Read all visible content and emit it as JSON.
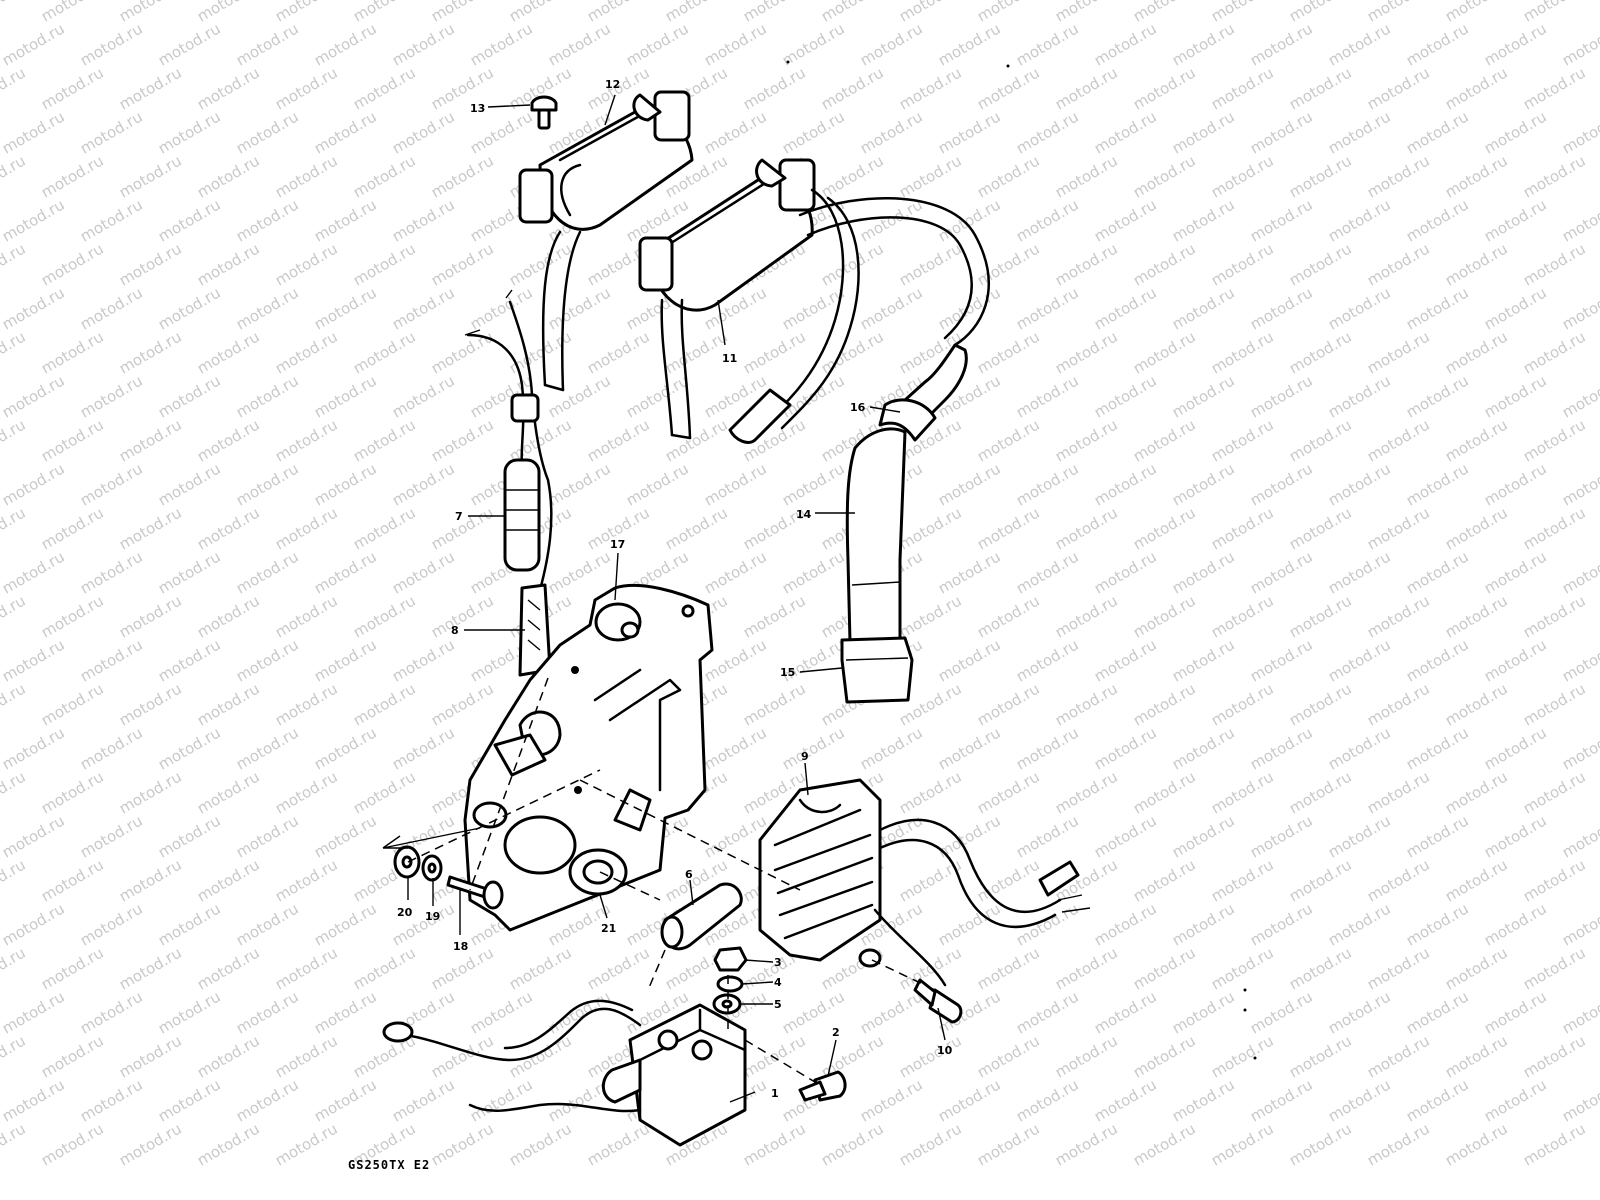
{
  "watermark": "motod.ru",
  "drawing_code": "GS250TX E2",
  "callouts": [
    "1",
    "2",
    "3",
    "4",
    "5",
    "6",
    "7",
    "8",
    "9",
    "10",
    "11",
    "12",
    "13",
    "14",
    "15",
    "16",
    "17",
    "18",
    "19",
    "20",
    "21"
  ],
  "colors": {
    "line": "#000000",
    "background": "#ffffff",
    "watermark": "#c9c9c9"
  }
}
